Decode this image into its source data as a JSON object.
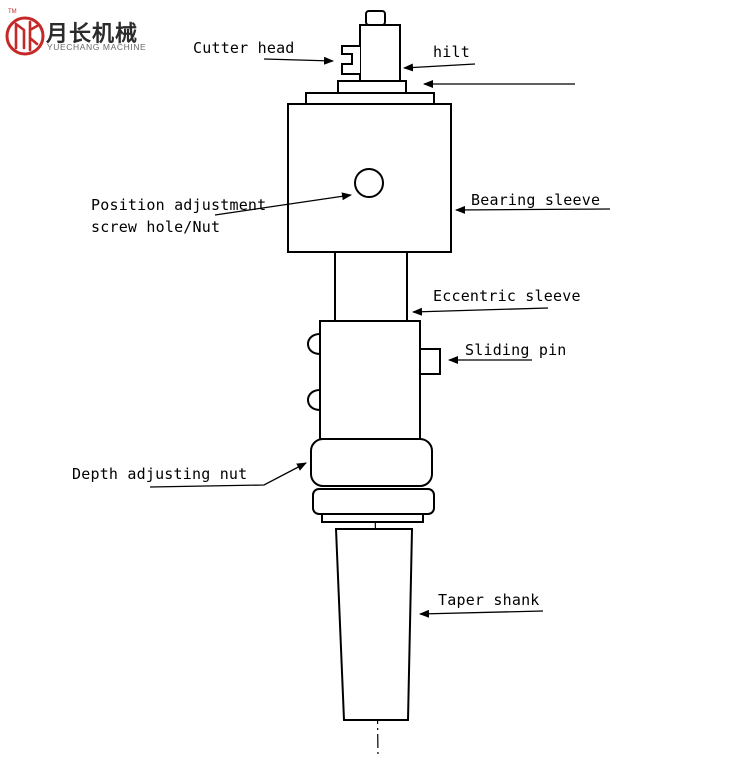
{
  "logo": {
    "chinese_name": "月长机械",
    "english_name": "YUECHANG MACHINE",
    "trademark": "TM",
    "brand_color": "#c62828"
  },
  "labels": {
    "cutter_head": "Cutter head",
    "hilt": "hilt",
    "position_line1": "Position adjustment",
    "position_line2": "screw hole/Nut",
    "bearing_sleeve": "Bearing sleeve",
    "eccentric_sleeve": "Eccentric sleeve",
    "sliding_pin": "Sliding pin",
    "depth_nut": "Depth adjusting nut",
    "taper_shank": "Taper shank"
  }
}
